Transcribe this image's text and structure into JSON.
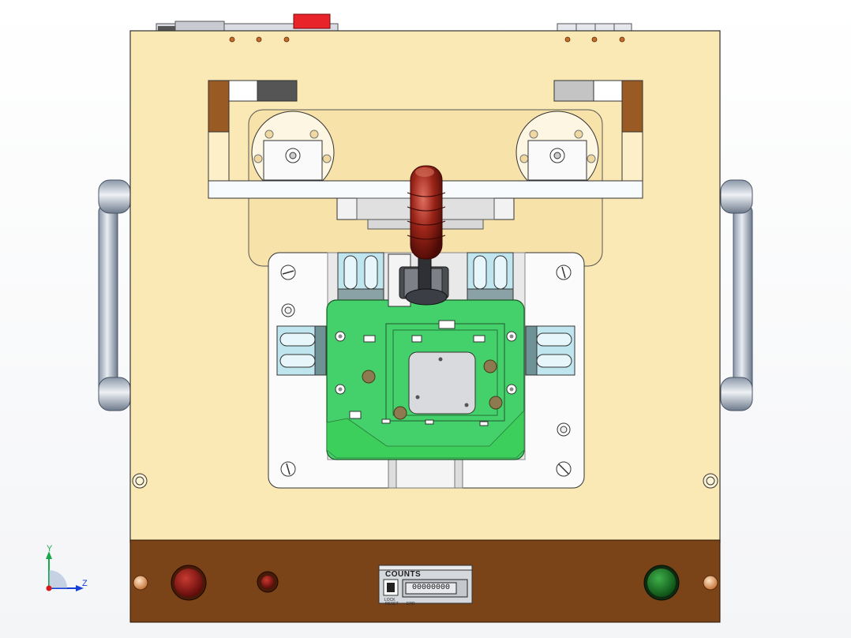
{
  "counter": {
    "title": "COUNTS",
    "value": "00000000",
    "sub_left": "LOCK",
    "sub_mid": "RESET",
    "sub_right": "ERR"
  },
  "triad": {
    "y_label": "Y",
    "z_label": "Z"
  },
  "colors": {
    "base_plate": "#fae9b4",
    "front_panel": "#7a4418",
    "pcb": "#44d06a",
    "handle": "#8c1a12",
    "red_lamp": "#8c0f0f",
    "green_lamp": "#0d7a1e",
    "clamp_blue": "#bfe5ee"
  },
  "icons": [
    "axis-triad-icon",
    "red-indicator-icon",
    "green-indicator-icon"
  ]
}
